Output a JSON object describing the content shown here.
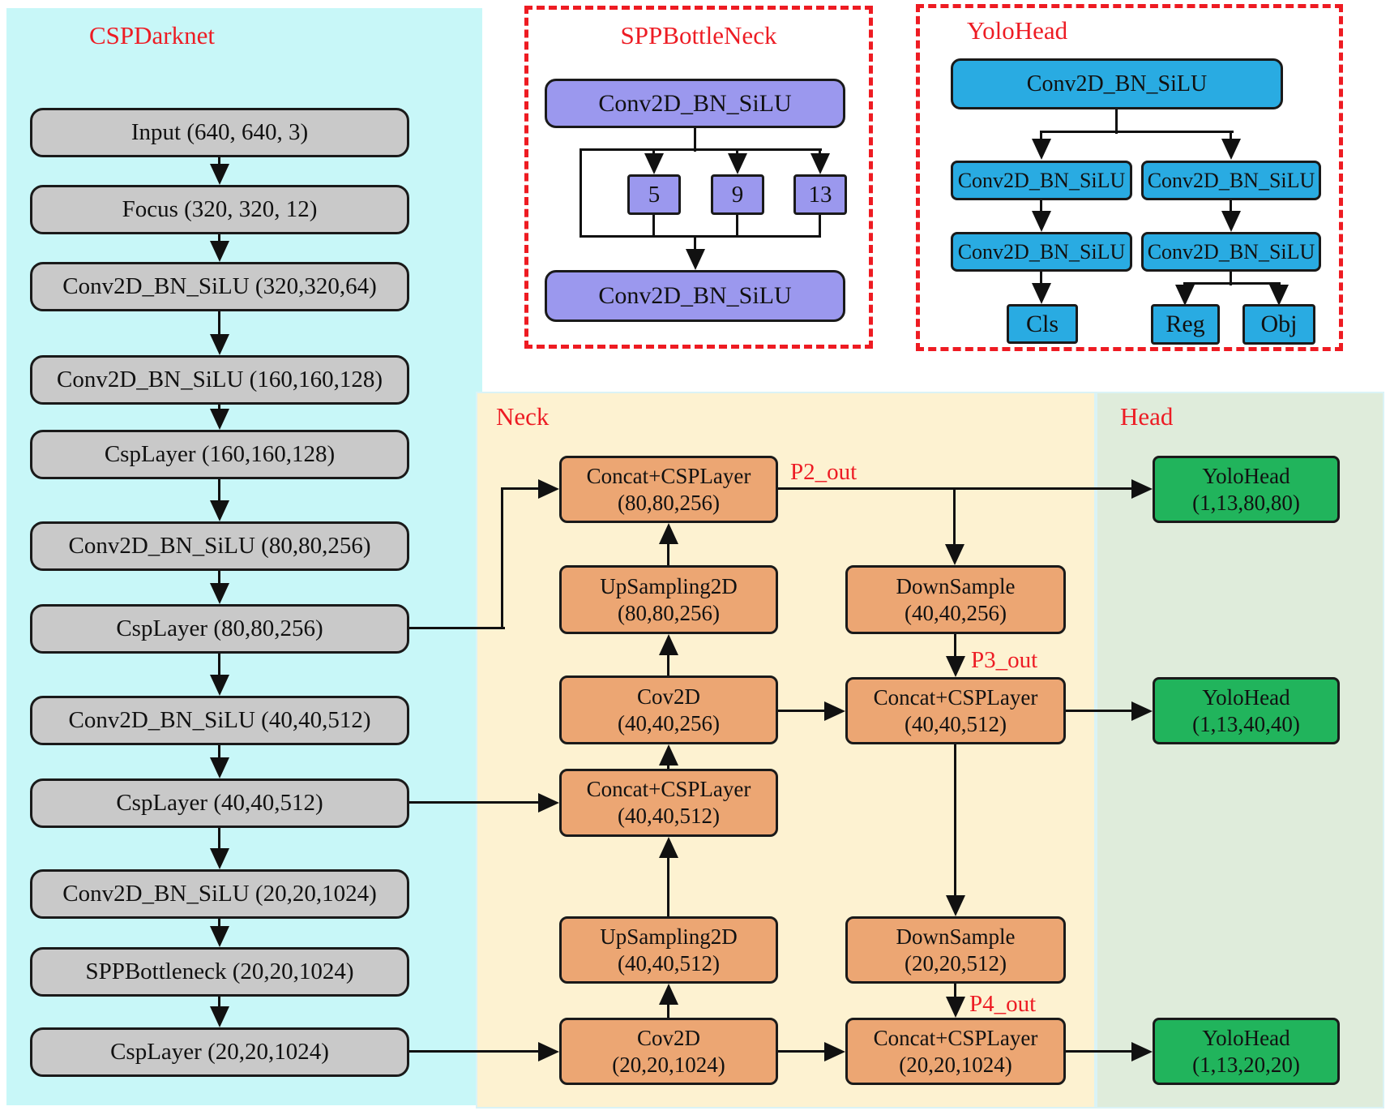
{
  "titles": {
    "backbone": "CSPDarknet",
    "neck": "Neck",
    "head": "Head",
    "spp": "SPPBottleNeck",
    "yolohead": "YoloHead"
  },
  "backbone": {
    "nodes": [
      {
        "label": "Input (640, 640, 3)"
      },
      {
        "label": "Focus (320, 320, 12)"
      },
      {
        "label": "Conv2D_BN_SiLU (320,320,64)"
      },
      {
        "label": "Conv2D_BN_SiLU (160,160,128)"
      },
      {
        "label": "CspLayer (160,160,128)"
      },
      {
        "label": "Conv2D_BN_SiLU (80,80,256)"
      },
      {
        "label": "CspLayer (80,80,256)"
      },
      {
        "label": "Conv2D_BN_SiLU (40,40,512)"
      },
      {
        "label": "CspLayer (40,40,512)"
      },
      {
        "label": "Conv2D_BN_SiLU (20,20,1024)"
      },
      {
        "label": "SPPBottleneck (20,20,1024)"
      },
      {
        "label": "CspLayer (20,20,1024)"
      }
    ]
  },
  "spp": {
    "conv_in": "Conv2D_BN_SiLU",
    "pool5": "5",
    "pool9": "9",
    "pool13": "13",
    "conv_out": "Conv2D_BN_SiLU"
  },
  "yolohead_detail": {
    "stem": "Conv2D_BN_SiLU",
    "cls_conv1": "Conv2D_BN_SiLU",
    "cls_conv2": "Conv2D_BN_SiLU",
    "reg_conv1": "Conv2D_BN_SiLU",
    "reg_conv2": "Conv2D_BN_SiLU",
    "cls_out": "Cls",
    "reg_out": "Reg",
    "obj_out": "Obj"
  },
  "neck": {
    "concat_p2": {
      "line1": "Concat+CSPLayer",
      "line2": "(80,80,256)"
    },
    "up_p2": {
      "line1": "UpSampling2D",
      "line2": "(80,80,256)"
    },
    "conv_p3": {
      "line1": "Cov2D",
      "line2": "(40,40,256)"
    },
    "concat_p3_left": {
      "line1": "Concat+CSPLayer",
      "line2": "(40,40,512)"
    },
    "up_p3": {
      "line1": "UpSampling2D",
      "line2": "(40,40,512)"
    },
    "conv_p4": {
      "line1": "Cov2D",
      "line2": "(20,20,1024)"
    },
    "down_p3": {
      "line1": "DownSample",
      "line2": "(40,40,256)"
    },
    "concat_p3_right": {
      "line1": "Concat+CSPLayer",
      "line2": "(40,40,512)"
    },
    "down_p4": {
      "line1": "DownSample",
      "line2": "(20,20,512)"
    },
    "concat_p4": {
      "line1": "Concat+CSPLayer",
      "line2": "(20,20,1024)"
    },
    "labels": {
      "p2": "P2_out",
      "p3": "P3_out",
      "p4": "P4_out"
    }
  },
  "head": {
    "yolohead_p2": {
      "line1": "YoloHead",
      "line2": "(1,13,80,80)"
    },
    "yolohead_p3": {
      "line1": "YoloHead",
      "line2": "(1,13,40,40)"
    },
    "yolohead_p4": {
      "line1": "YoloHead",
      "line2": "(1,13,20,20)"
    }
  },
  "colors": {
    "backbone_bg": "#c8f7f8",
    "neck_bg": "#fdf2d1",
    "head_bg": "#dfecdb",
    "backbone_box": "#c9c9c9",
    "neck_box": "#eca673",
    "head_box": "#21b45c",
    "spp_box": "#9b98ee",
    "yolohead_box": "#29abe2",
    "accent_red": "#ed1c24",
    "line": "#111111"
  }
}
